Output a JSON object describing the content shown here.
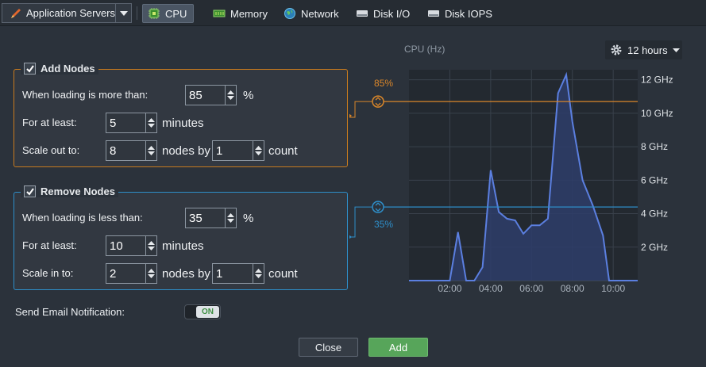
{
  "toolbar": {
    "context": "Application Servers",
    "tabs": [
      {
        "label": "CPU",
        "icon": "cpu-icon",
        "active": true
      },
      {
        "label": "Memory",
        "icon": "memory-icon",
        "active": false
      },
      {
        "label": "Network",
        "icon": "globe-icon",
        "active": false
      },
      {
        "label": "Disk I/O",
        "icon": "disk-icon",
        "active": false
      },
      {
        "label": "Disk IOPS",
        "icon": "disk-icon",
        "active": false
      }
    ]
  },
  "add_nodes": {
    "title": "Add Nodes",
    "checked": true,
    "loading_label": "When loading is more than:",
    "loading_value": "85",
    "loading_unit": "%",
    "at_least_label": "For at least:",
    "at_least_value": "5",
    "at_least_unit": "minutes",
    "scale_label": "Scale out to:",
    "scale_value": "8",
    "nodes_by": "nodes by",
    "count_value": "1",
    "count_unit": "count",
    "color": "#c77a1e"
  },
  "remove_nodes": {
    "title": "Remove Nodes",
    "checked": true,
    "loading_label": "When loading is less than:",
    "loading_value": "35",
    "loading_unit": "%",
    "at_least_label": "For at least:",
    "at_least_value": "10",
    "at_least_unit": "minutes",
    "scale_label": "Scale in to:",
    "scale_value": "2",
    "nodes_by": "nodes by",
    "count_value": "1",
    "count_unit": "count",
    "color": "#2e8ec9"
  },
  "email": {
    "label": "Send Email Notification:",
    "state": "ON"
  },
  "buttons": {
    "close": "Close",
    "add": "Add"
  },
  "range": {
    "label": "12 hours"
  },
  "chart_data": {
    "type": "area",
    "title": "CPU (Hz)",
    "x_ticks": [
      "02:00",
      "04:00",
      "06:00",
      "08:00",
      "10:00"
    ],
    "y_ticks": [
      "2 GHz",
      "4 GHz",
      "6 GHz",
      "8 GHz",
      "10 GHz",
      "12 GHz"
    ],
    "ylim": [
      0,
      12.6
    ],
    "xlim": [
      0,
      11.2
    ],
    "x": [
      0,
      2.0,
      2.4,
      2.8,
      3.2,
      3.6,
      4.0,
      4.4,
      4.8,
      5.2,
      5.6,
      6.0,
      6.4,
      6.8,
      7.3,
      7.7,
      8.0,
      8.5,
      9.0,
      9.5,
      9.8,
      10.3,
      11.2
    ],
    "values": [
      0,
      0,
      2.9,
      0,
      0,
      0.8,
      6.6,
      4.1,
      3.7,
      3.6,
      2.8,
      3.3,
      3.3,
      3.7,
      11.2,
      12.3,
      9.5,
      6.0,
      4.5,
      2.7,
      0,
      0,
      0
    ],
    "thresholds": [
      {
        "label": "85%",
        "value": 10.7,
        "color": "#d9862a"
      },
      {
        "label": "35%",
        "value": 4.4,
        "color": "#2e8ec9"
      }
    ],
    "grid": true,
    "series_color": "#5b7fe0"
  }
}
